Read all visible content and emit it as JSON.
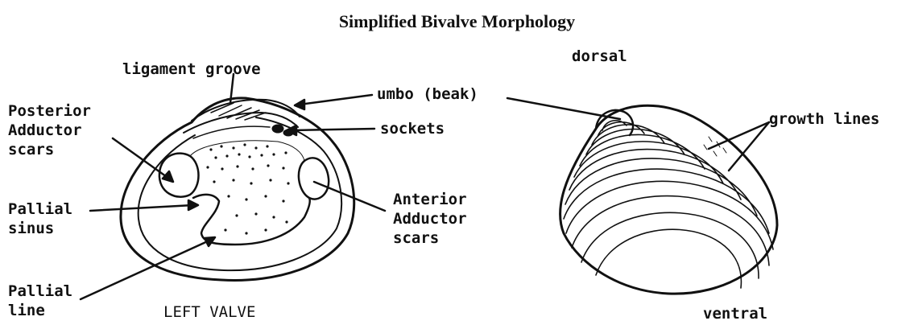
{
  "title": "Simplified Bivalve Morphology",
  "labels": {
    "ligament_groove": "ligament groove",
    "umbo": "umbo (beak)",
    "sockets": "sockets",
    "posterior_adductor_l1": "Posterior",
    "posterior_adductor_l2": "Adductor",
    "posterior_adductor_l3": "scars",
    "pallial_sinus_l1": "Pallial",
    "pallial_sinus_l2": "sinus",
    "anterior_adductor_l1": "Anterior",
    "anterior_adductor_l2": "Adductor",
    "anterior_adductor_l3": "scars",
    "pallial_line_l1": "Pallial",
    "pallial_line_l2": "line",
    "left_valve": "LEFT VALVE",
    "dorsal": "dorsal",
    "growth_lines": "growth lines",
    "ventral": "ventral"
  },
  "colors": {
    "ink": "#111111",
    "background": "#ffffff"
  }
}
